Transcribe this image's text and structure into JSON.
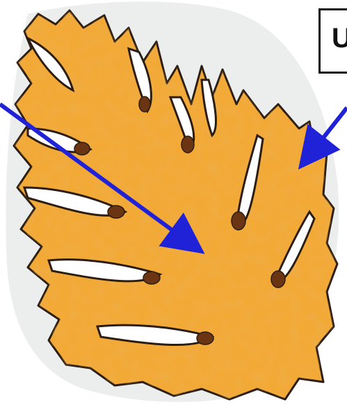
{
  "label": {
    "text": "U"
  },
  "colors": {
    "leaf_fill": "#f2a936",
    "leaf_mottle": "#d9821f",
    "leaf_outline": "#2b1d12",
    "seed": "#6b3413",
    "arrow": "#1f22d6",
    "backdrop": "#eceeee"
  },
  "icons": [
    "leaf-drawing",
    "pointer-arrow"
  ]
}
